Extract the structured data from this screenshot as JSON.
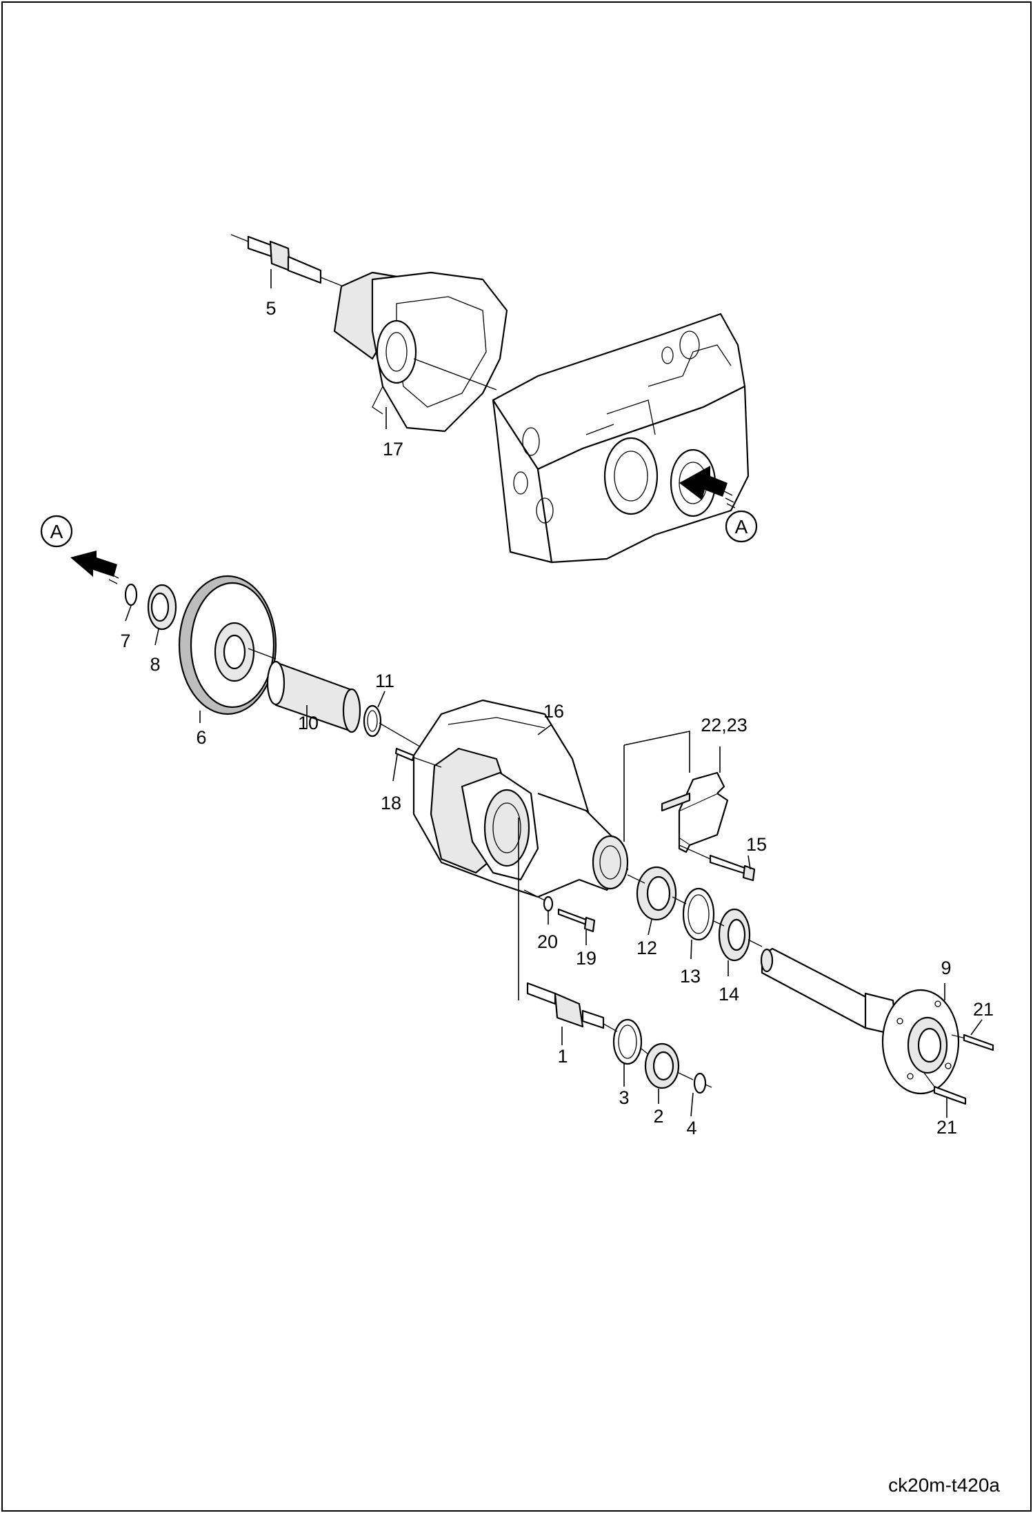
{
  "diagram": {
    "drawing_code": "ck20m-t420a",
    "view_marker": "A",
    "callouts": [
      "1",
      "2",
      "3",
      "4",
      "5",
      "6",
      "7",
      "8",
      "9",
      "10",
      "11",
      "12",
      "13",
      "14",
      "15",
      "16",
      "17",
      "18",
      "19",
      "20",
      "21",
      "21",
      "22,23"
    ]
  }
}
